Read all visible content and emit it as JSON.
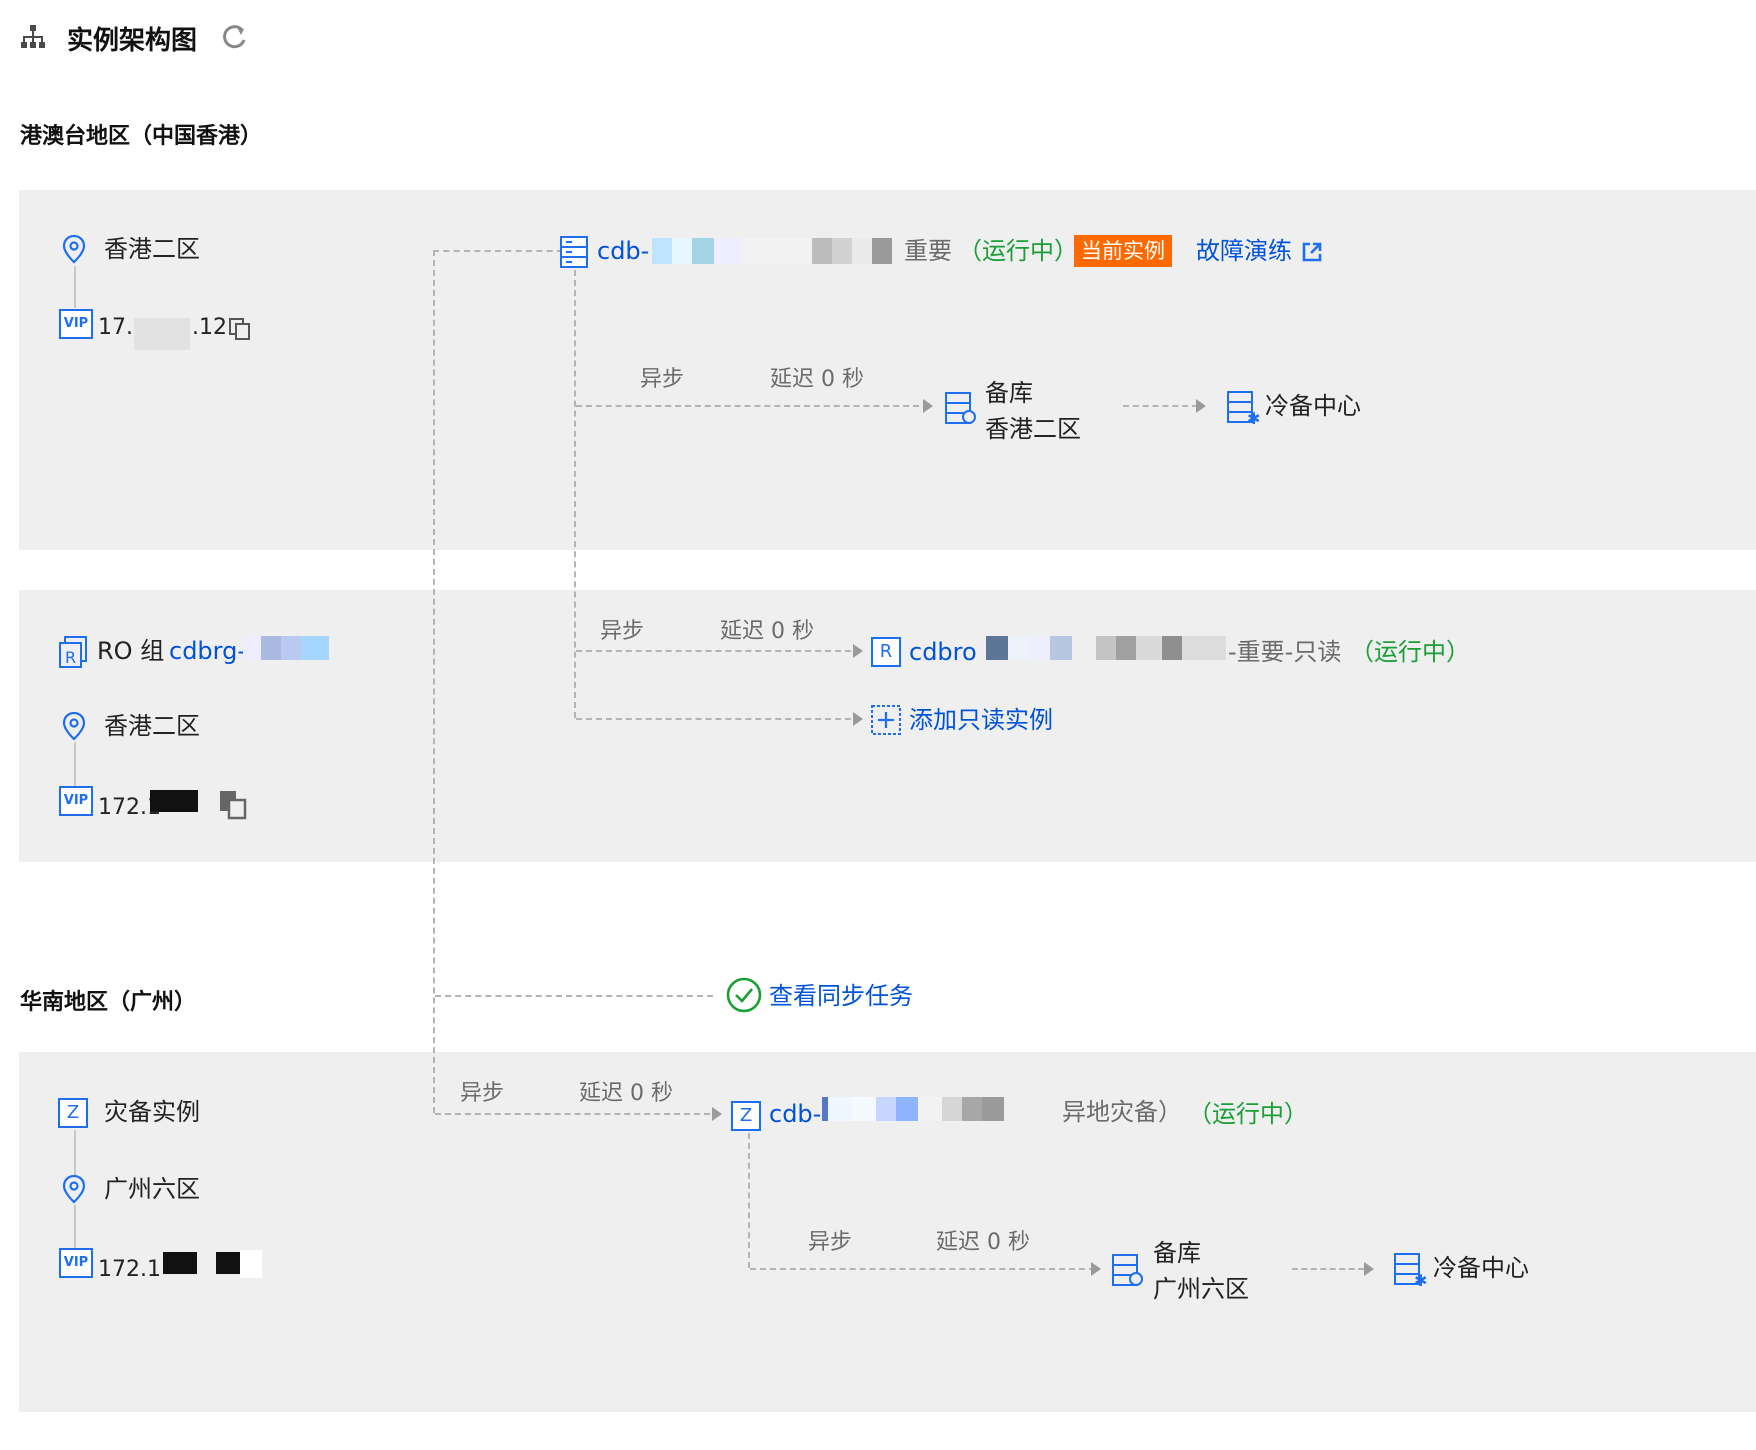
{
  "header": {
    "title": "实例架构图"
  },
  "regions": [
    {
      "label": "港澳台地区（中国香港）"
    },
    {
      "label": "华南地区（广州）"
    }
  ],
  "primary_block": {
    "zone": "香港二区",
    "vip": "17.",
    "vip_suffix": ".12",
    "instance_prefix": "cdb-",
    "instance_suffix": "重要",
    "status": "（运行中）",
    "current_tag": "当前实例",
    "fault_drill": "故障演练",
    "sync_mode": "异步",
    "delay": "延迟 0 秒",
    "standby_title": "备库",
    "standby_zone": "香港二区",
    "cold_backup": "冷备中心"
  },
  "ro_block": {
    "group_label": "RO 组",
    "group_id": "cdbrg-",
    "zone": "香港二区",
    "vip": "172.1",
    "sync_mode": "异步",
    "delay": "延迟 0 秒",
    "instance_prefix": "cdbro",
    "instance_suffix": "-重要-只读",
    "status": "（运行中）",
    "add_readonly": "添加只读实例"
  },
  "sync_task": {
    "label": "查看同步任务"
  },
  "dr_block": {
    "title": "灾备实例",
    "zone": "广州六区",
    "vip": "172.1",
    "sync_mode": "异步",
    "delay": "延迟 0 秒",
    "instance_prefix": "cdb-",
    "instance_suffix": "异地灾备）",
    "status": "（运行中）",
    "standby_title": "备库",
    "standby_zone": "广州六区",
    "standby_sync_mode": "异步",
    "standby_delay": "延迟 0 秒",
    "cold_backup": "冷备中心"
  },
  "icons": {
    "header": "topology-icon",
    "refresh": "refresh-icon",
    "location": "location-pin-icon",
    "vip": "VIP",
    "ro_group_letter": "R",
    "dr_letter": "Z",
    "add": "+"
  },
  "colors": {
    "accent": "#0052d9",
    "running": "#1a9f37",
    "current_tag": "#ff6a00",
    "band": "#efefef"
  }
}
